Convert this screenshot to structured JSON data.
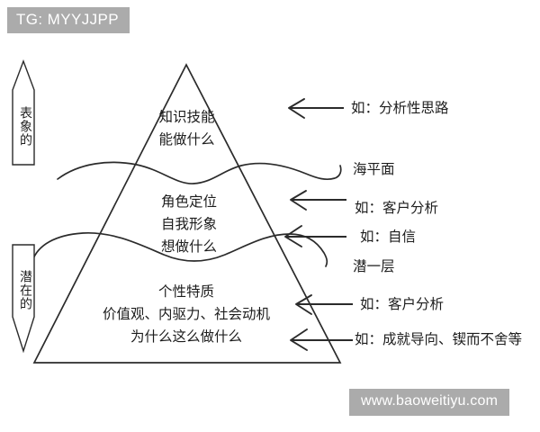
{
  "badge": {
    "text": "TG: MYYJJPP"
  },
  "watermark": {
    "text": "www.baoweitiyu.com"
  },
  "side_labels": [
    {
      "id": "surface",
      "text": "表象的",
      "direction": "up"
    },
    {
      "id": "latent",
      "text": "潜在的",
      "direction": "down"
    }
  ],
  "pyramid": {
    "layers": [
      {
        "id": "top",
        "lines": [
          "知识技能",
          "能做什么"
        ]
      },
      {
        "id": "middle",
        "lines": [
          "角色定位",
          "自我形象",
          "想做什么"
        ]
      },
      {
        "id": "bottom",
        "lines": [
          "个性特质",
          "价值观、内驱力、社会动机",
          "为什么这么做什么"
        ]
      }
    ]
  },
  "annotations": [
    {
      "id": "analytical-thinking",
      "text": "如：分析性思路",
      "has_arrow": true
    },
    {
      "id": "sea-level",
      "text": "海平面",
      "has_arrow": false
    },
    {
      "id": "customer-analysis-upper",
      "text": "如：客户分析",
      "has_arrow": true
    },
    {
      "id": "confidence",
      "text": "如：自信",
      "has_arrow": true
    },
    {
      "id": "deeper-layer",
      "text": "潜一层",
      "has_arrow": false
    },
    {
      "id": "customer-analysis-lower",
      "text": "如：客户分析",
      "has_arrow": true
    },
    {
      "id": "achievement-orientation",
      "text": "如：成就导向、锲而不舍等",
      "has_arrow": true
    }
  ],
  "colors": {
    "line": "#2b2b2b",
    "badge_bg": "#ababab",
    "badge_text": "#ffffff",
    "text": "#1d1d1d",
    "background": "#ffffff"
  }
}
